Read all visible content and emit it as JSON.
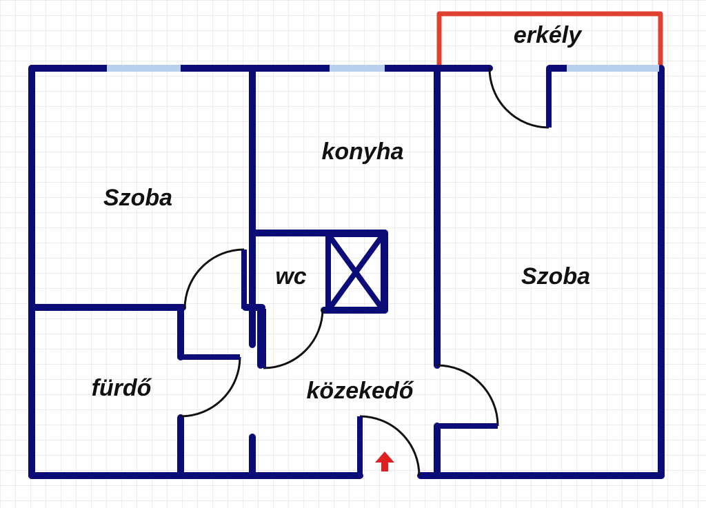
{
  "rooms": {
    "room_left": "Szoba",
    "kitchen": "konyha",
    "wc": "wc",
    "room_right": "Szoba",
    "bathroom": "fürdő",
    "hallway": "közekedő",
    "balcony": "erkély"
  },
  "colors": {
    "wall": "#0c0c78",
    "window": "#b8d0ee",
    "balcony_railing": "#e04030",
    "entrance_arrow": "#e02020",
    "grid": "#d8d8d8",
    "background": "#ffffff"
  },
  "icons": {
    "entrance": "arrow-up-icon",
    "shaft": "crossed-box-icon"
  }
}
